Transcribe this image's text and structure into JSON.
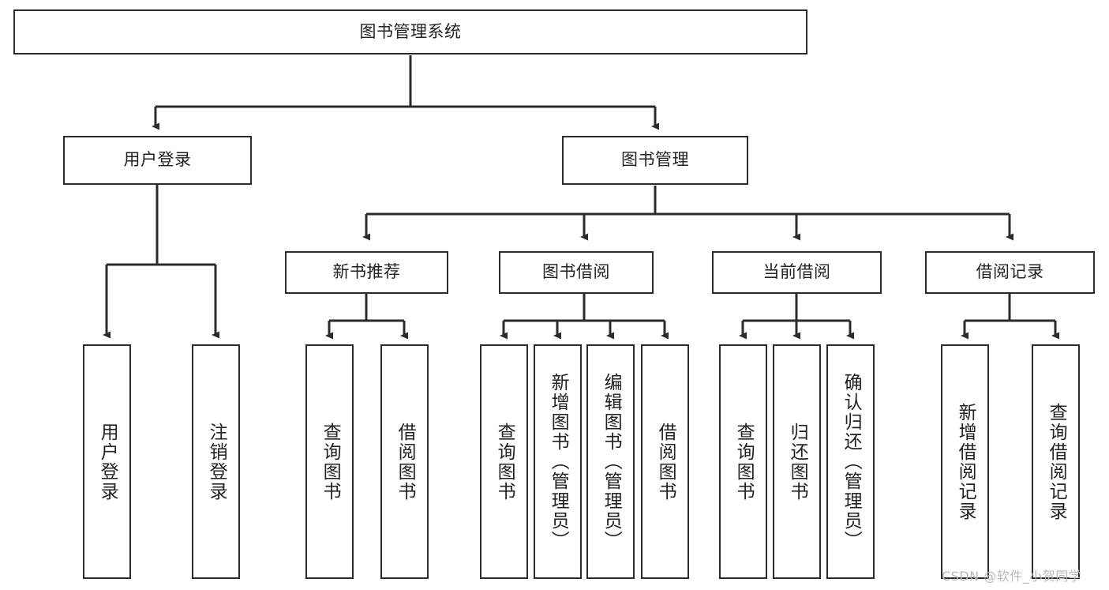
{
  "diagram": {
    "title": "图书管理系统",
    "type": "functional-structure-tree",
    "root": {
      "label": "图书管理系统"
    },
    "level2": [
      {
        "label": "用户登录"
      },
      {
        "label": "图书管理"
      }
    ],
    "level3": [
      {
        "label": "新书推荐"
      },
      {
        "label": "图书借阅"
      },
      {
        "label": "当前借阅"
      },
      {
        "label": "借阅记录"
      }
    ],
    "leaves": {
      "user_login": [
        {
          "label": "用户登录"
        },
        {
          "label": "注销登录"
        }
      ],
      "new_book_recommend": [
        {
          "label": "查询图书"
        },
        {
          "label": "借阅图书"
        }
      ],
      "book_borrow": [
        {
          "label": "查询图书"
        },
        {
          "label": "新增图书（管理员）"
        },
        {
          "label": "编辑图书（管理员）"
        },
        {
          "label": "借阅图书"
        }
      ],
      "current_borrow": [
        {
          "label": "查询图书"
        },
        {
          "label": "归还图书"
        },
        {
          "label": "确认归还（管理员）"
        }
      ],
      "borrow_record": [
        {
          "label": "新增借阅记录"
        },
        {
          "label": "查询借阅记录"
        }
      ]
    }
  },
  "watermark": {
    "text": "CSDN @软件_小贺同学"
  },
  "colors": {
    "stroke": "#2b2b2b",
    "box_fill": "#ffffff",
    "text": "#222222",
    "watermark": "#b9b9b9",
    "background": "#ffffff"
  }
}
